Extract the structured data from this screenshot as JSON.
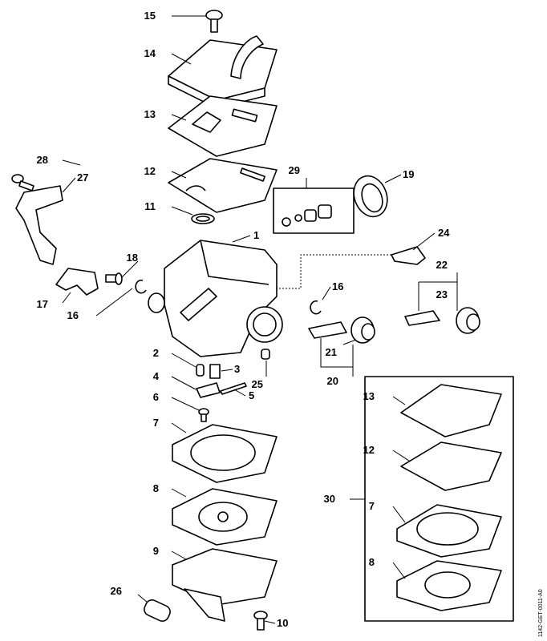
{
  "diagram": {
    "type": "exploded parts diagram",
    "part_labels": [
      "15",
      "14",
      "13",
      "28",
      "27",
      "12",
      "29",
      "19",
      "11",
      "1",
      "24",
      "18",
      "22",
      "23",
      "17",
      "16",
      "16",
      "2",
      "3",
      "21",
      "20",
      "25",
      "4",
      "5",
      "6",
      "7",
      "30",
      "13",
      "12",
      "7",
      "8",
      "8",
      "9",
      "26",
      "10"
    ],
    "drawing_code": "1142-GET-0011-A0",
    "colors": {
      "line": "#000000",
      "background": "#ffffff"
    }
  }
}
